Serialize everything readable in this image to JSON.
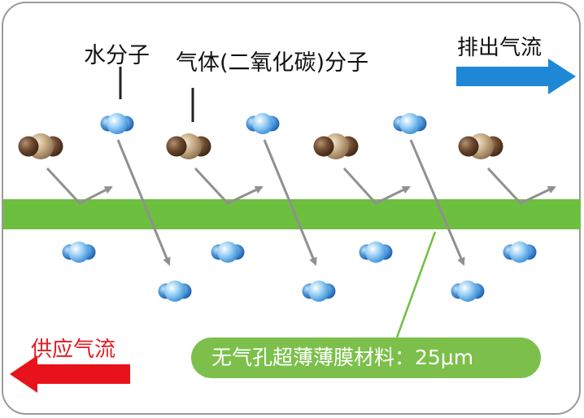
{
  "labels": {
    "water_molecule": "水分子",
    "gas_molecule": "气体(二氧化碳)分子",
    "exhaust_flow": "排出气流",
    "supply_flow": "供应气流",
    "membrane_material": "无气孔超薄薄膜材料：25μm"
  },
  "colors": {
    "membrane": "#6dbf3f",
    "exhaust_arrow": "#1e88d6",
    "supply_arrow": "#e8121b",
    "water_molecule": "#5aa8e8",
    "gas_molecule": "#b59a78",
    "path_arrow": "#909090"
  },
  "icons": {
    "water": "water-molecule-icon",
    "gas": "co2-molecule-icon"
  }
}
